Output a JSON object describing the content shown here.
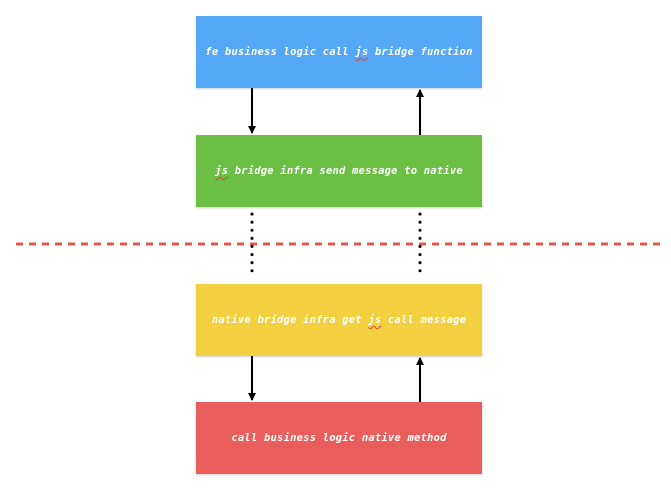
{
  "boxes": [
    {
      "pre": "fe business logic call ",
      "mark": "js",
      "post": " bridge function",
      "color": "#55a7f7"
    },
    {
      "pre": "",
      "mark": "js",
      "post": " bridge infra send message to native",
      "color": "#6cbf45"
    },
    {
      "pre": "native bridge infra get ",
      "mark": "js",
      "post": " call message",
      "color": "#f3d03f"
    },
    {
      "pre": "call business logic native method",
      "mark": "",
      "post": "",
      "color": "#e95e5c"
    }
  ],
  "colors": {
    "divider": "#e4574f",
    "arrow": "#000000"
  }
}
